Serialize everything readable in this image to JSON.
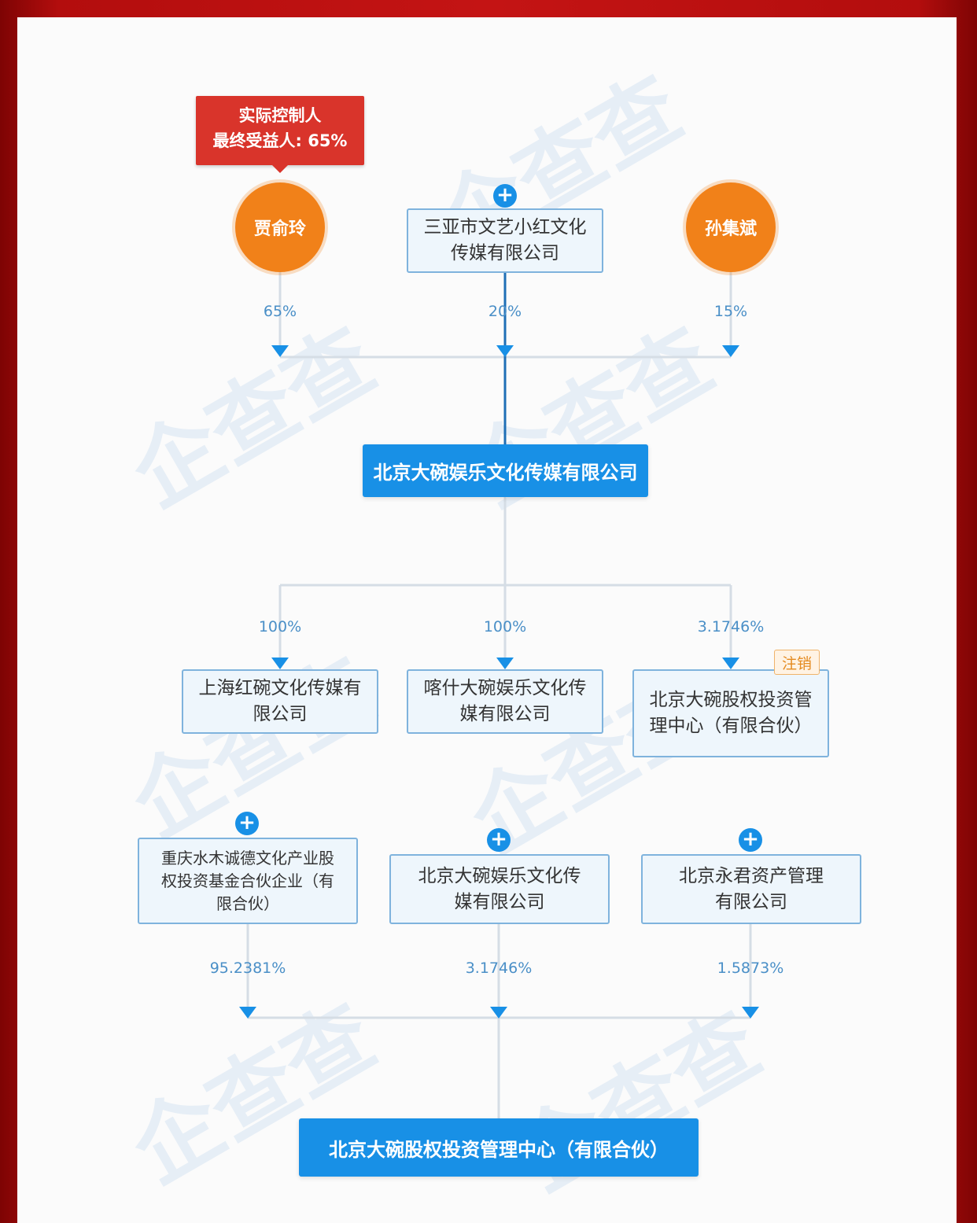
{
  "controller_badge": {
    "line1": "实际控制人",
    "line2": "最终受益人: 65%"
  },
  "shareholders": [
    {
      "name": "贾俞玲",
      "percent": "65%",
      "type": "person"
    },
    {
      "name": "三亚市文艺小红文化传媒有限公司",
      "percent": "20%",
      "type": "company",
      "expandable": true
    },
    {
      "name": "孙集斌",
      "percent": "15%",
      "type": "person"
    }
  ],
  "center_company": "北京大碗娱乐文化传媒有限公司",
  "investments": [
    {
      "name": "上海红碗文化传媒有限公司",
      "percent": "100%"
    },
    {
      "name": "喀什大碗娱乐文化传媒有限公司",
      "percent": "100%"
    },
    {
      "name": "北京大碗股权投资管理中心（有限合伙）",
      "percent": "3.1746%",
      "status": "注销"
    }
  ],
  "partners": [
    {
      "name": "重庆水木诚德文化产业股权投资基金合伙企业（有限合伙）",
      "percent": "95.2381%",
      "expandable": true
    },
    {
      "name": "北京大碗娱乐文化传媒有限公司",
      "percent": "3.1746%",
      "expandable": true
    },
    {
      "name": "北京永君资产管理有限公司",
      "percent": "1.5873%",
      "expandable": true
    }
  ],
  "bottom_company": "北京大碗股权投资管理中心（有限合伙）",
  "colors": {
    "primary": "#1890e6",
    "person": "#f18119",
    "badge": "#d9342b",
    "frame": "#c41414",
    "line": "#d5dde5"
  },
  "icons": [
    "plus-icon",
    "arrow-down-icon"
  ]
}
